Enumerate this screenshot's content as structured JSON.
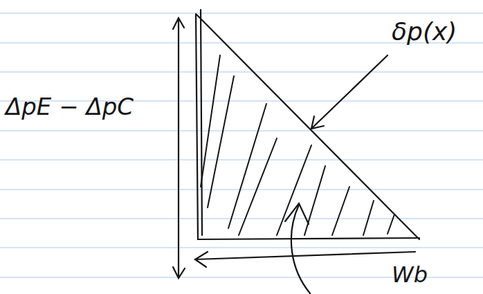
{
  "diagram": {
    "labels": [
      "ΔpE − ΔpC",
      "δp(x)",
      "Wb"
    ]
  }
}
